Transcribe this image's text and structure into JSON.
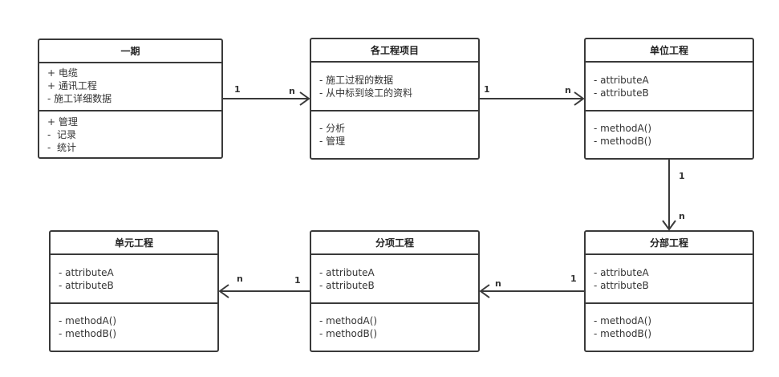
{
  "classes": [
    {
      "id": "phase1",
      "title": "一期",
      "attributes": [
        "+ 电缆",
        "+ 通讯工程",
        "- 施工详细数据"
      ],
      "methods": [
        "+ 管理",
        "-  记录",
        "-  统计"
      ]
    },
    {
      "id": "projects",
      "title": "各工程项目",
      "attributes": [
        "- 施工过程的数据",
        "- 从中标到竣工的资料"
      ],
      "methods": [
        "- 分析",
        "- 管理"
      ]
    },
    {
      "id": "unit",
      "title": "单位工程",
      "attributes": [
        "- attributeA",
        "- attributeB"
      ],
      "methods": [
        "- methodA()",
        "- methodB()"
      ]
    },
    {
      "id": "division",
      "title": "分部工程",
      "attributes": [
        "- attributeA",
        "- attributeB"
      ],
      "methods": [
        "- methodA()",
        "- methodB()"
      ]
    },
    {
      "id": "item",
      "title": "分项工程",
      "attributes": [
        "- attributeA",
        "- attributeB"
      ],
      "methods": [
        "- methodA()",
        "- methodB()"
      ]
    },
    {
      "id": "cell",
      "title": "单元工程",
      "attributes": [
        "- attributeA",
        "- attributeB"
      ],
      "methods": [
        "- methodA()",
        "- methodB()"
      ]
    }
  ],
  "associations": [
    {
      "from": "phase1",
      "to": "projects",
      "from_mult": "1",
      "to_mult": "n"
    },
    {
      "from": "projects",
      "to": "unit",
      "from_mult": "1",
      "to_mult": "n"
    },
    {
      "from": "unit",
      "to": "division",
      "from_mult": "1",
      "to_mult": "n"
    },
    {
      "from": "division",
      "to": "item",
      "from_mult": "1",
      "to_mult": "n"
    },
    {
      "from": "item",
      "to": "cell",
      "from_mult": "1",
      "to_mult": "n"
    }
  ]
}
